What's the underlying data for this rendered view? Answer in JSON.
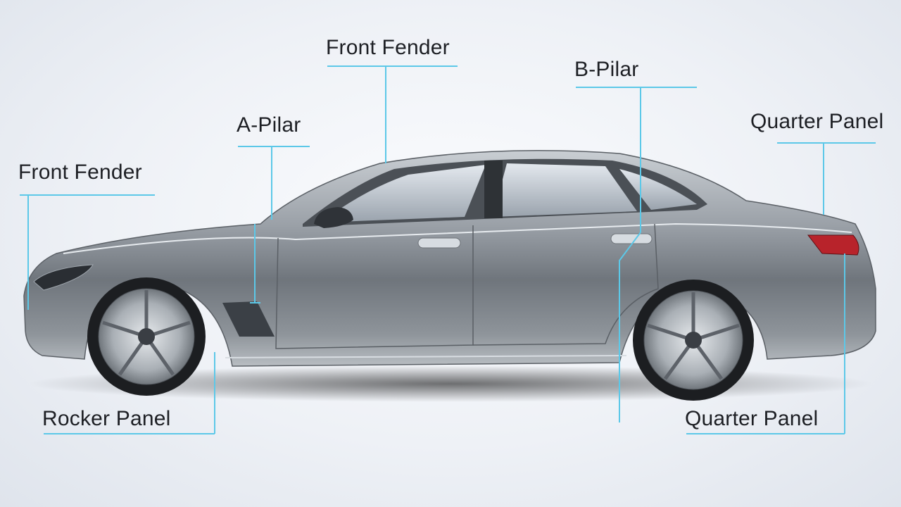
{
  "diagram": {
    "labels": [
      {
        "id": "front-fender-left",
        "text": "Front Fender"
      },
      {
        "id": "a-pillar",
        "text": "A-Pilar"
      },
      {
        "id": "front-fender-top",
        "text": "Front Fender"
      },
      {
        "id": "b-pillar",
        "text": "B-Pilar"
      },
      {
        "id": "quarter-panel-top",
        "text": "Quarter Panel"
      },
      {
        "id": "rocker-panel",
        "text": "Rocker Panel"
      },
      {
        "id": "quarter-panel-bottom",
        "text": "Quarter Panel"
      }
    ],
    "colors": {
      "leader_line": "#5cc8e8",
      "car_body": "#8c9298",
      "car_dark": "#3a3e44",
      "glass": "#cfd6de"
    }
  }
}
